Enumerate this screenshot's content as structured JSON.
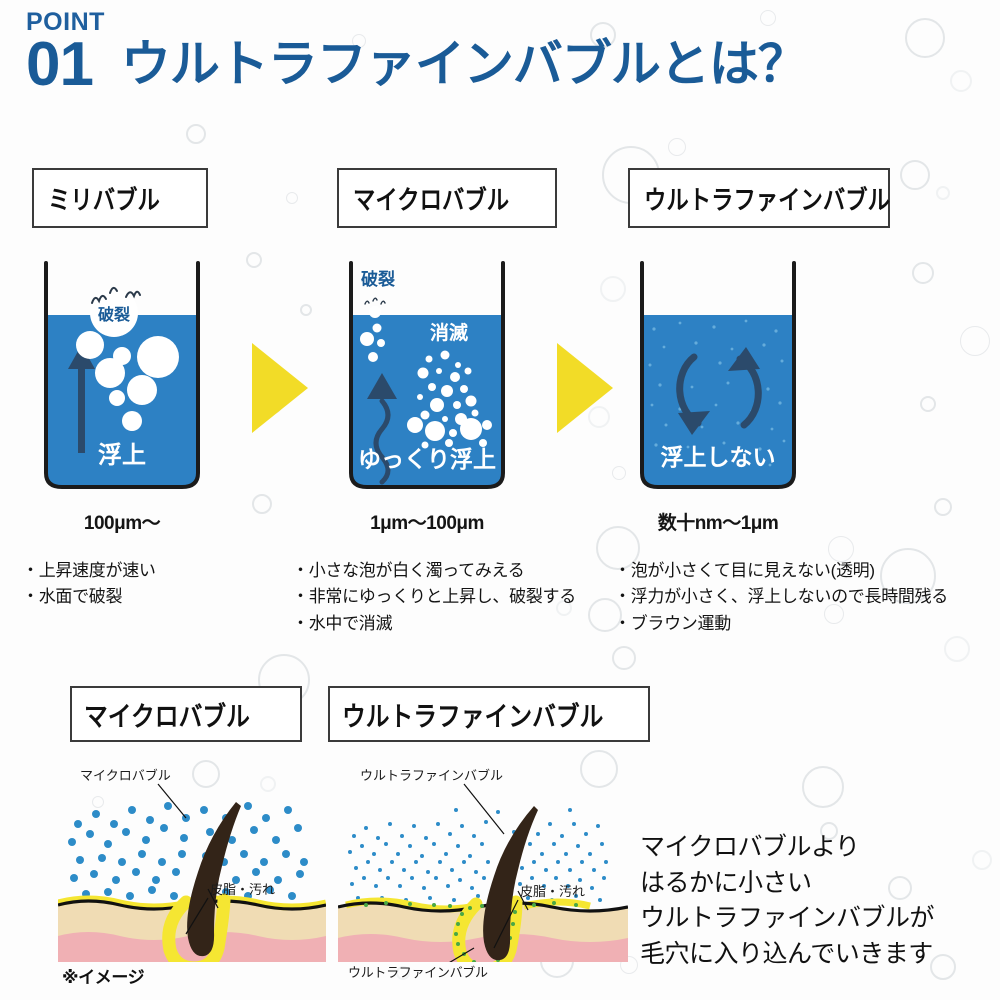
{
  "header": {
    "point_word": "POINT",
    "point_number": "01",
    "title": "ウルトラファインバブルとは？",
    "accent_color": "#1a5b97"
  },
  "colors": {
    "water_blue": "#2d81c4",
    "dark_navy": "#2b4a6b",
    "arrow_yellow": "#f2dc27",
    "skin_top": "#f0dcb4",
    "skin_bottom": "#f0b0b4",
    "sebum_yellow": "#f5e632",
    "hair_dark": "#332418",
    "bubble_dot_blue": "#2d8cc8",
    "box_border": "#3b3b3b"
  },
  "columns": [
    {
      "type_label": "ミリバブル",
      "beaker": {
        "top_label": "",
        "burst_label": "破裂",
        "vanish_label": "",
        "bottom_label": "浮上",
        "motion": "straight-arrow-up"
      },
      "size_label": "100μm〜",
      "bullets": [
        "・上昇速度が速い",
        "・水面で破裂"
      ]
    },
    {
      "type_label": "マイクロバブル",
      "beaker": {
        "top_label": "破裂",
        "burst_label": "",
        "vanish_label": "消滅",
        "bottom_label": "ゆっくり浮上",
        "motion": "wavy-arrow-up"
      },
      "size_label": "1μm〜100μm",
      "bullets": [
        "・小さな泡が白く濁ってみえる",
        "・非常にゆっくりと上昇し、破裂する",
        "・水中で消滅"
      ]
    },
    {
      "type_label": "ウルトラファインバブル",
      "beaker": {
        "top_label": "",
        "burst_label": "",
        "vanish_label": "",
        "bottom_label": "浮上しない",
        "motion": "circular-arrows"
      },
      "size_label": "数十nm〜1μm",
      "bullets": [
        "・泡が小さくて目に見えない(透明)",
        "・浮力が小さく、浮上しないので長時間残る",
        "・ブラウン運動"
      ]
    }
  ],
  "lower": {
    "box_1_label": "マイクロバブル",
    "box_2_label": "ウルトラファインバブル",
    "diagram_1": {
      "bubble_callout": "マイクロバブル",
      "sebum_callout": "皮脂・汚れ"
    },
    "diagram_2": {
      "bubble_callout": "ウルトラファインバブル",
      "sebum_callout": "皮脂・汚れ",
      "pore_callout": "ウルトラファインバブル"
    },
    "image_note": "※イメージ",
    "summary_lines": [
      "マイクロバブルより",
      "はるかに小さい",
      "ウルトラファインバブルが",
      "毛穴に入り込んでいきます"
    ]
  }
}
